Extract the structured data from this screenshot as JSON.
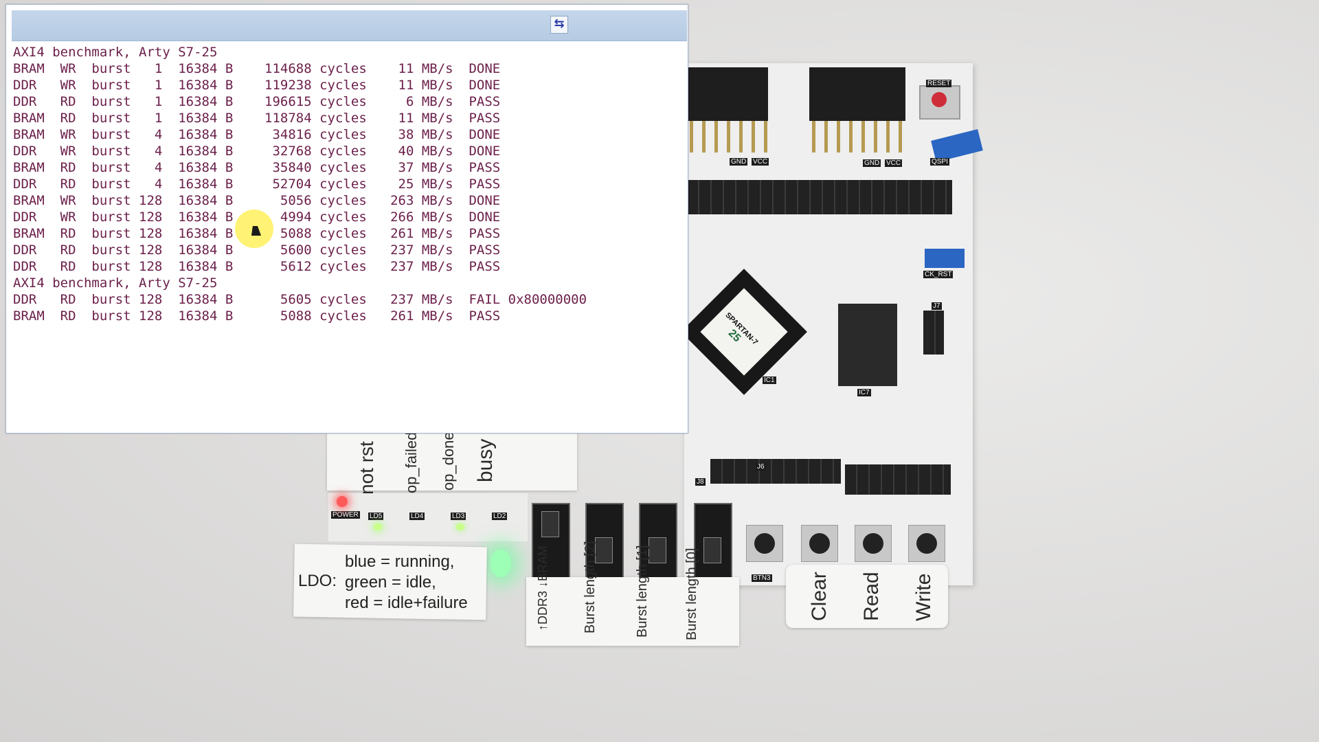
{
  "terminal": {
    "lines": [
      "AXI4 benchmark, Arty S7-25",
      "BRAM  WR  burst   1  16384 B    114688 cycles    11 MB/s  DONE",
      "DDR   WR  burst   1  16384 B    119238 cycles    11 MB/s  DONE",
      "DDR   RD  burst   1  16384 B    196615 cycles     6 MB/s  PASS",
      "BRAM  RD  burst   1  16384 B    118784 cycles    11 MB/s  PASS",
      "BRAM  WR  burst   4  16384 B     34816 cycles    38 MB/s  DONE",
      "DDR   WR  burst   4  16384 B     32768 cycles    40 MB/s  DONE",
      "BRAM  RD  burst   4  16384 B     35840 cycles    37 MB/s  PASS",
      "DDR   RD  burst   4  16384 B     52704 cycles    25 MB/s  PASS",
      "BRAM  WR  burst 128  16384 B      5056 cycles   263 MB/s  DONE",
      "DDR   WR  burst 128  16384 B      4994 cycles   266 MB/s  DONE",
      "BRAM  RD  burst 128  16384 B      5088 cycles   261 MB/s  PASS",
      "DDR   RD  burst 128  16384 B      5600 cycles   237 MB/s  PASS",
      "DDR   RD  burst 128  16384 B      5612 cycles   237 MB/s  PASS",
      "AXI4 benchmark, Arty S7-25",
      "DDR   RD  burst 128  16384 B      5605 cycles   237 MB/s  FAIL 0x80000000",
      "BRAM  RD  burst 128  16384 B      5088 cycles   261 MB/s  PASS"
    ],
    "swap_icon_glyph": "⇆",
    "text_color": "#6b1f4a"
  },
  "board": {
    "chip_text": "25",
    "chip_subtext": "SPARTAN-7",
    "silk": [
      "GND",
      "VCC",
      "GND",
      "VCC",
      "QSPI",
      "CK_RST",
      "RESET",
      "IC1",
      "IC7",
      "J7",
      "J6",
      "J8",
      "BTN3"
    ],
    "led_labels": [
      "POWER",
      "LD5",
      "LD4",
      "LD3",
      "LD2"
    ]
  },
  "labels": {
    "status_leds": [
      "not rst",
      "op_failed",
      "op_done",
      "busy"
    ],
    "ldo_prefix": "LDO:",
    "ldo_legend": [
      "blue = running,",
      "green = idle,",
      "red = idle+failure"
    ],
    "switches": [
      "↑DDR3 ↓BRAM",
      "Burst length [2]",
      "Burst length [1]",
      "Burst length [0]"
    ],
    "buttons": [
      "Clear",
      "Read",
      "Write"
    ]
  },
  "colors": {
    "led_green": "#7dff9c",
    "led_red": "#ff5a5a",
    "jumper_blue": "#2a66c2",
    "cursor_highlight": "#ffee46"
  }
}
